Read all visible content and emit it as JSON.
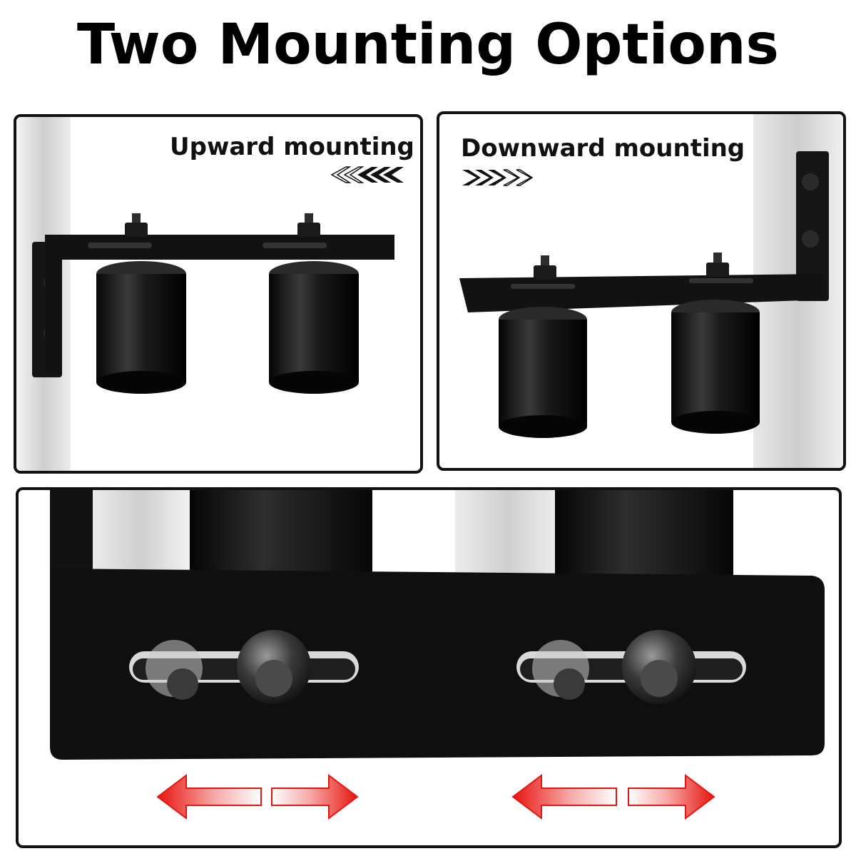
{
  "title": "Two Mounting Options",
  "panels": {
    "upward": {
      "label": "Upward mounting",
      "arrow_direction": "left"
    },
    "downward": {
      "label": "Downward mounting",
      "arrow_direction": "right"
    },
    "closeup": {
      "description_icons": [
        "adjustable-slot-icon",
        "double-arrow-icon"
      ]
    }
  },
  "colors": {
    "bracket": "#111111",
    "wall": "#d8d8d8",
    "arrow": "#e8140f"
  }
}
